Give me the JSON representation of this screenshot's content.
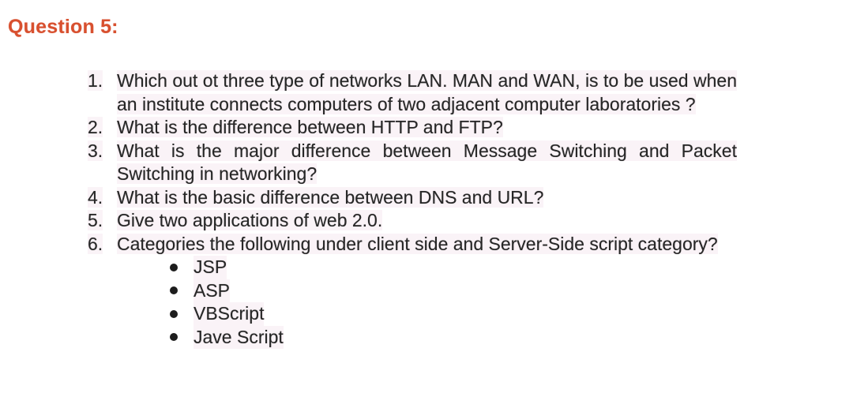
{
  "title": "Question 5:",
  "colors": {
    "title": "#d8502f",
    "body": "#262626",
    "line_highlight": "#f4e5ed",
    "background": "#ffffff"
  },
  "questions": [
    {
      "number": "1.",
      "text": "Which out ot three type of networks LAN. MAN and WAN, is to be used when an institute connects computers of two adjacent computer laboratories ?"
    },
    {
      "number": "2.",
      "text": "What is the difference between HTTP and FTP?"
    },
    {
      "number": "3.",
      "text": "What is the major difference between Message Switching and Packet Switching in networking?"
    },
    {
      "number": "4.",
      "text": "What is the basic difference between DNS and URL?"
    },
    {
      "number": "5.",
      "text": "Give two applications of web 2.0."
    },
    {
      "number": "6.",
      "text": "Categories the following under client side and Server-Side script category?"
    }
  ],
  "bullets": [
    "JSP",
    "ASP",
    "VBScript",
    "Jave Script"
  ]
}
